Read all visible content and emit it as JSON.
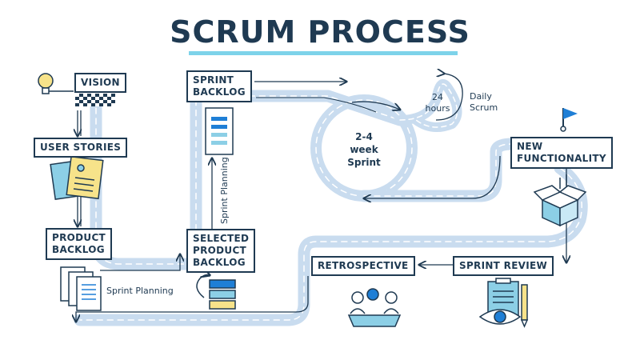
{
  "title": "SCRUM PROCESS",
  "steps": {
    "vision": "VISION",
    "user_stories": "USER STORIES",
    "product_backlog": "PRODUCT\nBACKLOG",
    "selected_product_backlog": "SELECTED\nPRODUCT\nBACKLOG",
    "sprint_backlog": "SPRINT\nBACKLOG",
    "new_functionality": "NEW\nFUNCTIONALITY",
    "sprint_review": "SPRINT REVIEW",
    "retrospective": "RETROSPECTIVE"
  },
  "labels": {
    "sprint_planning_horizontal": "Sprint Planning",
    "sprint_planning_vertical": "Sprint Planning",
    "sprint": "2-4\nweek\nSprint",
    "hours": "24\nhours",
    "daily_scrum": "Daily\nScrum"
  },
  "colors": {
    "road": "#c9dcef",
    "road_dash": "#ffffff",
    "ink": "#1f3a52",
    "accent": "#7dd3ea",
    "doc_blue": "#8ccfe6",
    "doc_yellow": "#f7e38a",
    "flag_blue": "#1f7fd6"
  },
  "icons": [
    "lightbulb-icon",
    "checkered-flag-icon",
    "user-stories-document-icon",
    "product-backlog-document-icon",
    "sprint-backlog-document-icon",
    "selected-backlog-stack-icon",
    "refresh-arrow-icon",
    "finish-flag-icon",
    "open-box-icon",
    "team-meeting-icon",
    "review-clipboard-icon",
    "eye-icon",
    "pencil-icon"
  ]
}
